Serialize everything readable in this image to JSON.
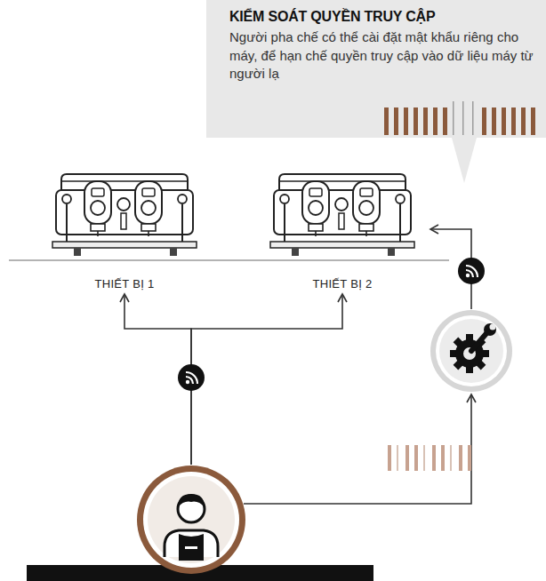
{
  "diagram": {
    "nodes": [
      {
        "text": [
          "KIỂM SOÁT QUYỀN TRUY CẬP",
          "Người pha chế có thể cài đặt mật khẩu riêng cho máy, để hạn chế quyền truy cập vào dữ liệu máy từ người lạ"
        ]
      },
      {
        "text": [
          "THIẾT BỊ 1"
        ]
      },
      {
        "text": [
          "THIẾT BỊ 2"
        ]
      },
      {
        "text": []
      },
      {
        "text": []
      }
    ],
    "edges": [
      {
        "from": 3,
        "to": 1,
        "arrow": "to"
      },
      {
        "from": 3,
        "to": 2,
        "arrow": "to"
      },
      {
        "from": 3,
        "to": 4,
        "arrow": "to"
      },
      {
        "from": 4,
        "to": 2,
        "arrow": "to"
      }
    ]
  }
}
